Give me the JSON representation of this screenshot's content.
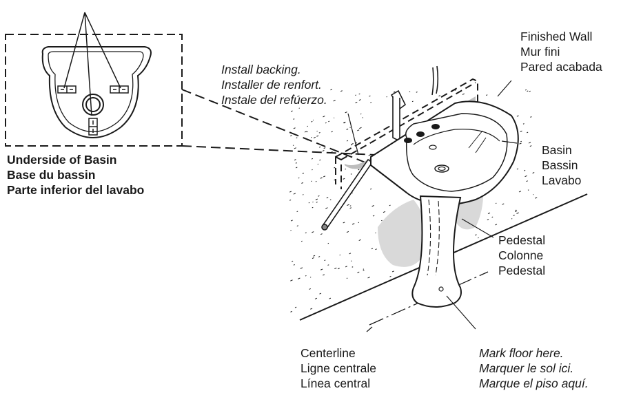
{
  "underside_label": [
    "Underside of Basin",
    "Base du bassin",
    "Parte inferior del lavabo"
  ],
  "backing_label": [
    "Install backing.",
    "Installer de renfort.",
    "Instale del refuerzo."
  ],
  "wall_label": [
    "Finished Wall",
    "Mur fini",
    "Pared acabada"
  ],
  "basin_label": [
    "Basin",
    "Bassin",
    "Lavabo"
  ],
  "pedestal_label": [
    "Pedestal",
    "Colonne",
    "Pedestal"
  ],
  "centerline_label": [
    "Centerline",
    "Ligne centrale",
    "Línea central"
  ],
  "mark_label": [
    "Mark floor here.",
    "Marquer le sol ici.",
    "Marque el piso aquí."
  ],
  "colors": {
    "ink": "#1a1a1a",
    "shadow": "#d6d6d6",
    "backing_shade": "#bdbdbd"
  }
}
